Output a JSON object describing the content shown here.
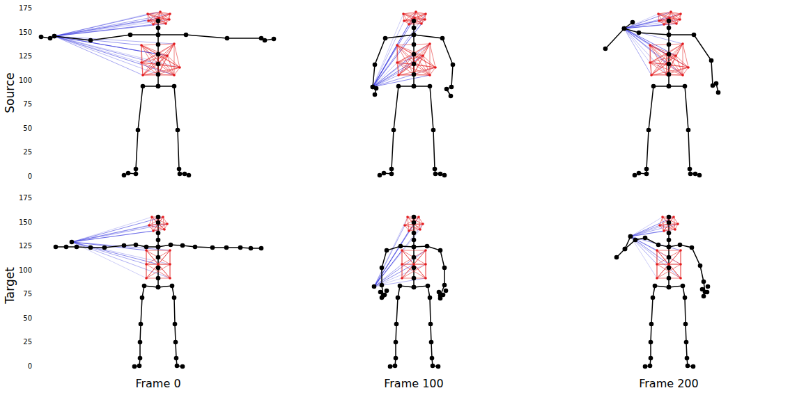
{
  "diagram": {
    "labels": [
      "175",
      "150",
      "125",
      "100",
      "75",
      "50",
      "25",
      "0",
      "Source",
      "175",
      "150",
      "125",
      "100",
      "75",
      "50",
      "25",
      "0",
      "Target",
      "Frame 0",
      "Frame 100",
      "Frame 200"
    ]
  }
}
